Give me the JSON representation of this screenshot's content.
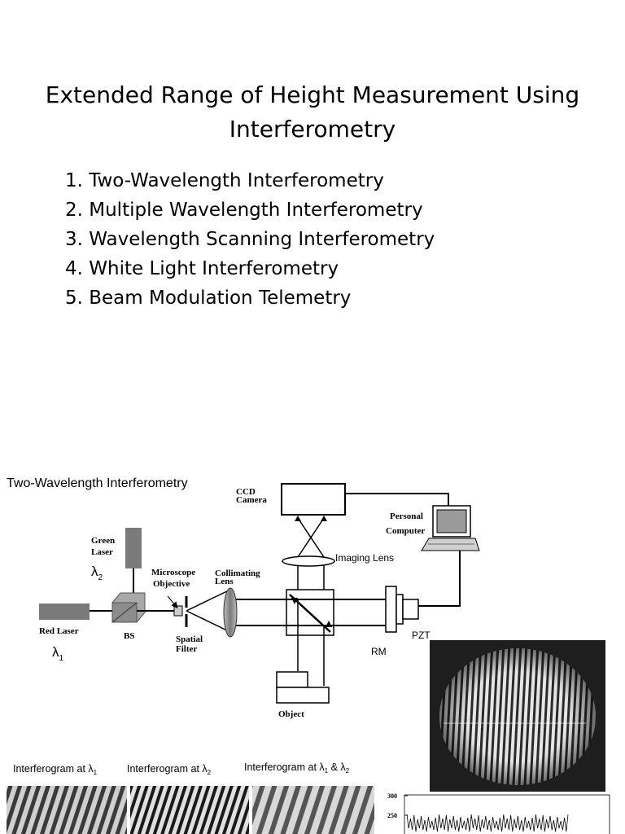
{
  "slide": {
    "title_line1": "Extended Range of Height Measurement Using",
    "title_line2": "Interferometry",
    "items": [
      "1. Two-Wavelength Interferometry",
      "2. Multiple Wavelength Interferometry",
      "3. Wavelength Scanning Interferometry",
      "4. White Light Interferometry",
      "5. Beam Modulation Telemetry"
    ]
  },
  "diagram": {
    "heading": "Two-Wavelength Interferometry",
    "labels": {
      "ccd_camera_1": "CCD",
      "ccd_camera_2": "Camera",
      "personal_1": "Personal",
      "personal_2": "Computer",
      "green_laser_1": "Green",
      "green_laser_2": "Laser",
      "lambda": "λ",
      "sub2": "2",
      "sub1": "1",
      "microscope_1": "Microscope",
      "microscope_2": "Objective",
      "collimating_1": "Collimating",
      "collimating_2": "Lens",
      "imaging_lens": "Imaging Lens",
      "red_laser": "Red Laser",
      "bs": "BS",
      "spatial_1": "Spatial",
      "spatial_2": "Filter",
      "pzt": "PZT",
      "rm": "RM",
      "object": "Object"
    },
    "captions": {
      "c1_pre": "Interferogram at ",
      "c2_pre": "Interferogram at ",
      "c3_pre": "Interferogram at ",
      "c3_amp": " & "
    },
    "plot_ticks": [
      "300",
      "250"
    ]
  },
  "colors": {
    "laser_gray": "#7a7a7a",
    "fringe_dark": "#1a1a1a"
  }
}
